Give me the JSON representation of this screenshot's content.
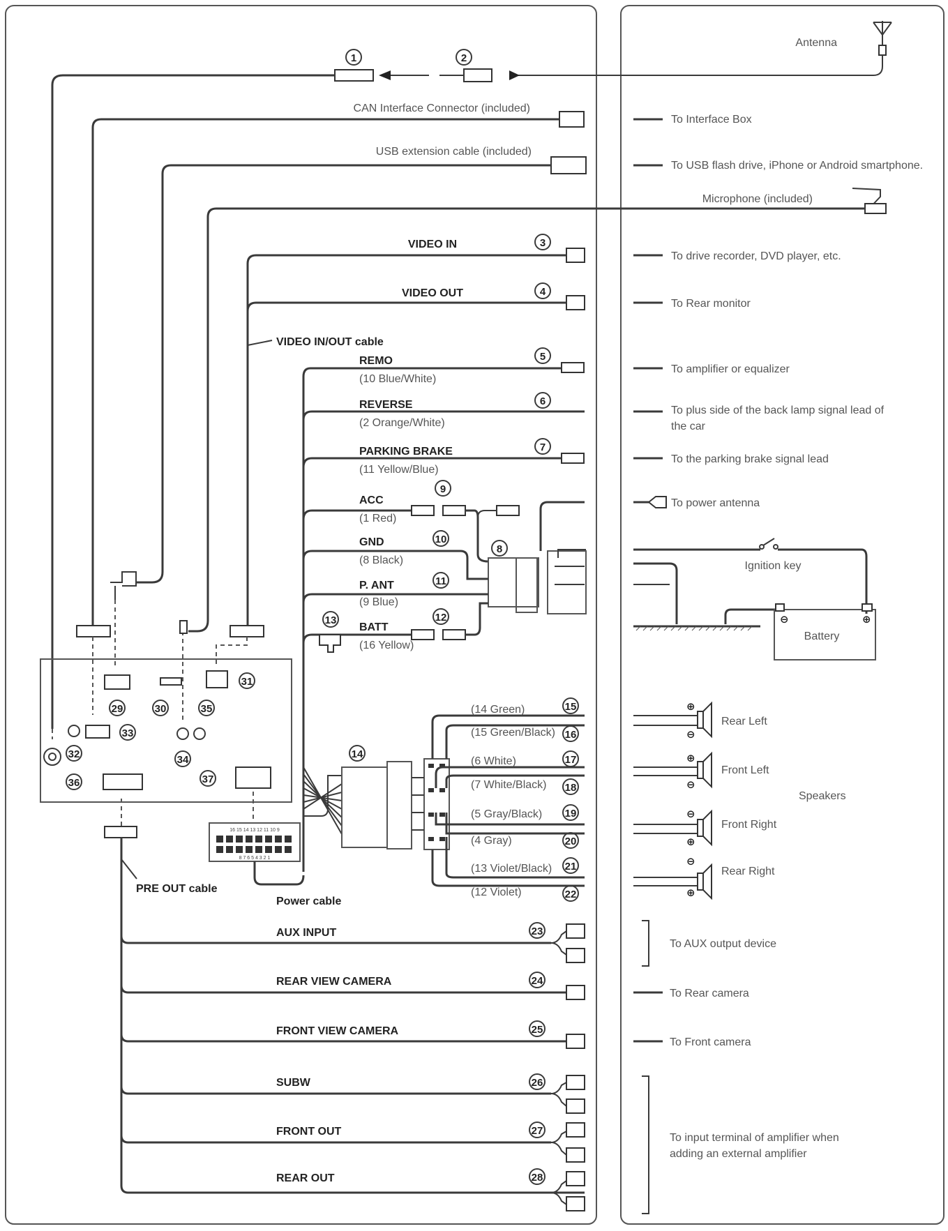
{
  "top": {
    "antenna": "Antenna",
    "can": "CAN Interface Connector (included)",
    "usb": "USB extension cable (included)",
    "mic": "Microphone (included)"
  },
  "rows": [
    {
      "num": "3",
      "label": "VIDEO IN",
      "dest": "To drive recorder, DVD player, etc."
    },
    {
      "num": "4",
      "label": "VIDEO OUT",
      "dest": "To Rear monitor"
    },
    {
      "num": "5",
      "label": "REMO",
      "sub": "(10 Blue/White)",
      "dest": "To amplifier or equalizer"
    },
    {
      "num": "6",
      "label": "REVERSE",
      "sub": "(2 Orange/White)",
      "dest": "To plus side of the back lamp signal lead of",
      "dest2": "the car"
    },
    {
      "num": "7",
      "label": "PARKING BRAKE",
      "sub": "(11 Yellow/Blue)",
      "dest": "To the parking brake signal lead"
    },
    {
      "label": "ACC",
      "sub": "(1 Red)"
    },
    {
      "num": "10",
      "label": "GND",
      "sub": "(8 Black)"
    },
    {
      "num": "11",
      "label": "P. ANT",
      "sub": "(9 Blue)"
    },
    {
      "num": "12",
      "label": "BATT",
      "sub": "(16 Yellow)"
    }
  ],
  "dests_top": {
    "interface": "To Interface Box",
    "usbdest": "To USB flash drive, iPhone or Android smartphone.",
    "powerant": "To power antenna",
    "ignition": "Ignition key",
    "battery": "Battery"
  },
  "cables": {
    "videoinout": "VIDEO IN/OUT cable",
    "preout": "PRE OUT cable",
    "power": "Power cable"
  },
  "speakers_wires": [
    {
      "num": "15",
      "label": "(14 Green)"
    },
    {
      "num": "16",
      "label": "(15 Green/Black)"
    },
    {
      "num": "17",
      "label": "(6 White)"
    },
    {
      "num": "18",
      "label": "(7 White/Black)"
    },
    {
      "num": "19",
      "label": "(5 Gray/Black)"
    },
    {
      "num": "20",
      "label": "(4 Gray)"
    },
    {
      "num": "21",
      "label": "(13 Violet/Black)"
    },
    {
      "num": "22",
      "label": "(12 Violet)"
    }
  ],
  "speakers": {
    "rl": "Rear Left",
    "fl": "Front Left",
    "fr": "Front Right",
    "rr": "Rear Right",
    "group": "Speakers",
    "plus": "⊕",
    "minus": "⊖"
  },
  "bottom": [
    {
      "num": "23",
      "label": "AUX INPUT"
    },
    {
      "num": "24",
      "label": "REAR VIEW CAMERA",
      "dest": "To Rear camera"
    },
    {
      "num": "25",
      "label": "FRONT VIEW CAMERA",
      "dest": "To Front camera"
    },
    {
      "num": "26",
      "label": "SUBW"
    },
    {
      "num": "27",
      "label": "FRONT OUT"
    },
    {
      "num": "28",
      "label": "REAR OUT"
    }
  ],
  "bottom_dests": {
    "aux": "To AUX output device",
    "amp1": "To input terminal of amplifier when",
    "amp2": "adding an external amplifier"
  },
  "misc_nums": {
    "n1": "1",
    "n2": "2",
    "n8": "8",
    "n9": "9",
    "n13": "13",
    "n14": "14",
    "n29": "29",
    "n30": "30",
    "n31": "31",
    "n32": "32",
    "n33": "33",
    "n34": "34",
    "n35": "35",
    "n36": "36",
    "n37": "37"
  },
  "pins": {
    "top": "16 15 14 13 12 11 10 9",
    "bottom": "8 7 6 5 4 3 2 1"
  }
}
